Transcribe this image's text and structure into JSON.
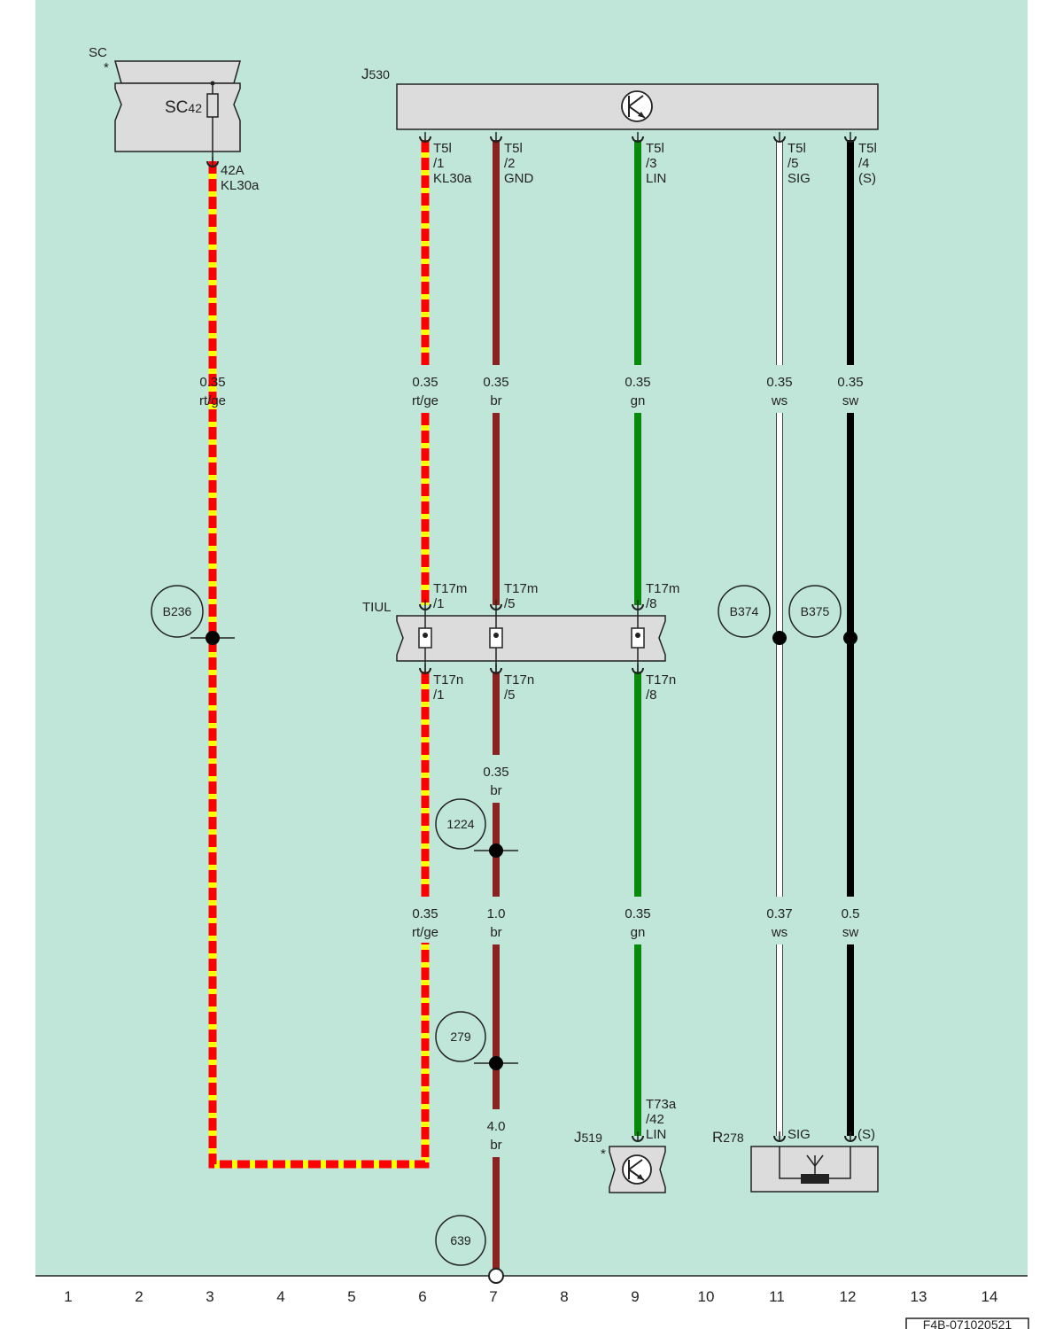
{
  "colors": {
    "background": "#c0e6d9",
    "box_fill": "#dcdcdc",
    "wire_red": "#ff0000",
    "wire_yellow": "#ffff00",
    "wire_brown": "#8b2323",
    "wire_green": "#0a8a0a",
    "wire_white": "#ffffff",
    "wire_black": "#000000"
  },
  "components": {
    "sc": {
      "label": "SC",
      "star": "*",
      "fuse_label": "SC",
      "fuse_sub": "42",
      "pin_label": "42A",
      "pin_func": "KL30a"
    },
    "j530": {
      "label": "J",
      "sub": "530"
    },
    "tiul": {
      "label": "TIUL"
    },
    "j519": {
      "label": "J",
      "sub": "519",
      "star": "*",
      "pin_conn": "T73a",
      "pin_num": "/42",
      "pin_func": "LIN"
    },
    "r278": {
      "label": "R",
      "sub": "278",
      "pin_sig": "SIG",
      "pin_s": "(S)"
    }
  },
  "j530_pins": [
    {
      "conn": "T5l",
      "num": "/1",
      "func": "KL30a"
    },
    {
      "conn": "T5l",
      "num": "/2",
      "func": "GND"
    },
    {
      "conn": "T5l",
      "num": "/3",
      "func": "LIN"
    },
    {
      "conn": "T5l",
      "num": "/5",
      "func": "SIG"
    },
    {
      "conn": "T5l",
      "num": "/4",
      "func": "(S)"
    }
  ],
  "tiul_top_pins": [
    {
      "conn": "T17m",
      "num": "/1"
    },
    {
      "conn": "T17m",
      "num": "/5"
    },
    {
      "conn": "T17m",
      "num": "/8"
    }
  ],
  "tiul_bottom_pins": [
    {
      "conn": "T17n",
      "num": "/1"
    },
    {
      "conn": "T17n",
      "num": "/5"
    },
    {
      "conn": "T17n",
      "num": "/8"
    }
  ],
  "wire_labels": [
    {
      "size": "0.35",
      "color": "rt/ge"
    },
    {
      "size": "0.35",
      "color": "rt/ge"
    },
    {
      "size": "0.35",
      "color": "br"
    },
    {
      "size": "0.35",
      "color": "gn"
    },
    {
      "size": "0.35",
      "color": "ws"
    },
    {
      "size": "0.35",
      "color": "sw"
    },
    {
      "size": "0.35",
      "color": "br"
    },
    {
      "size": "0.35",
      "color": "rt/ge"
    },
    {
      "size": "1.0",
      "color": "br"
    },
    {
      "size": "0.35",
      "color": "gn"
    },
    {
      "size": "0.37",
      "color": "ws"
    },
    {
      "size": "0.5",
      "color": "sw"
    },
    {
      "size": "4.0",
      "color": "br"
    }
  ],
  "reference_circles": [
    "B236",
    "B374",
    "B375",
    "1224",
    "279",
    "639"
  ],
  "column_numbers": [
    "1",
    "2",
    "3",
    "4",
    "5",
    "6",
    "7",
    "8",
    "9",
    "10",
    "11",
    "12",
    "13",
    "14"
  ],
  "footer_code": "F4B-071020521"
}
